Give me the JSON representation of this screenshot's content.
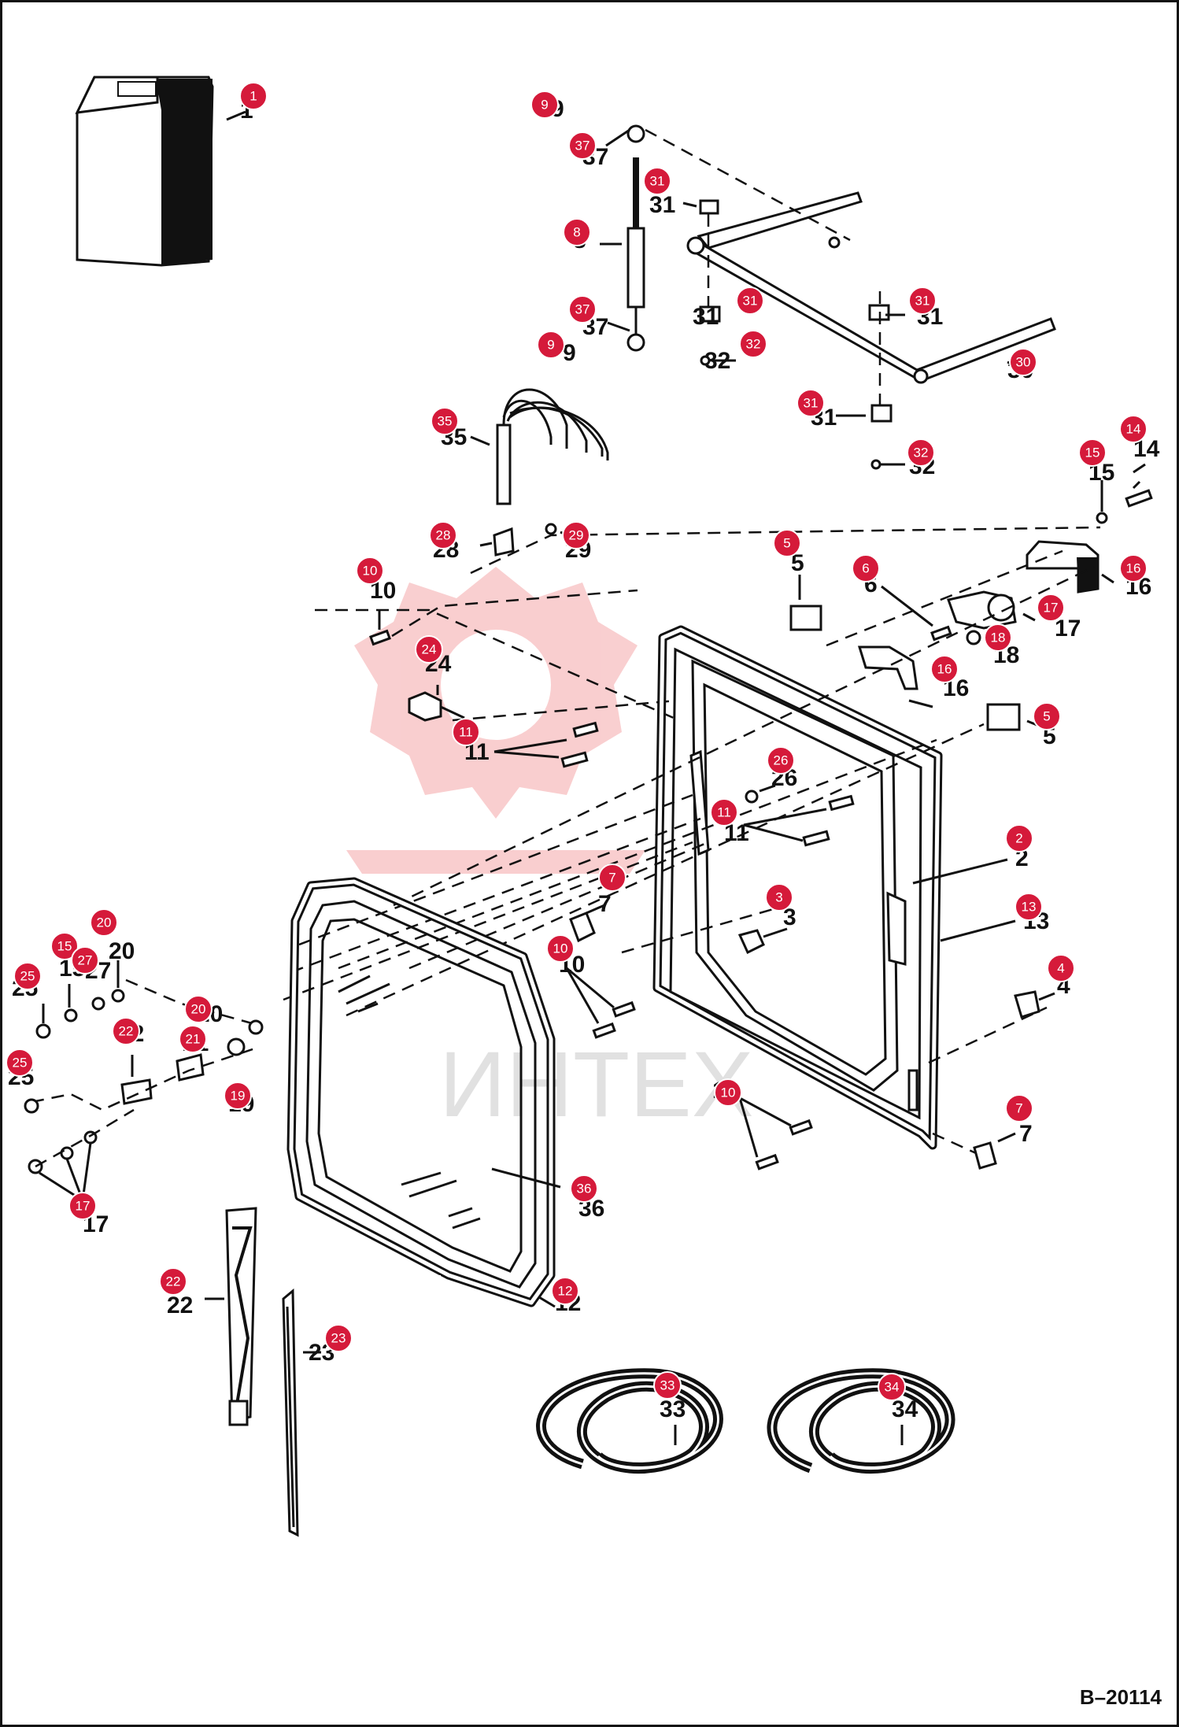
{
  "diagram": {
    "reference": "B–20114",
    "watermark": "ИНТЕХ",
    "badge_color": "#d51a3a",
    "callouts": [
      "1",
      "2",
      "3",
      "4",
      "5",
      "6",
      "7",
      "8",
      "9",
      "10",
      "11",
      "12",
      "13",
      "14",
      "15",
      "16",
      "17",
      "18",
      "19",
      "20",
      "21",
      "22",
      "23",
      "24",
      "25",
      "26",
      "27",
      "28",
      "29",
      "30",
      "31",
      "32",
      "33",
      "34",
      "35",
      "36",
      "37"
    ]
  }
}
